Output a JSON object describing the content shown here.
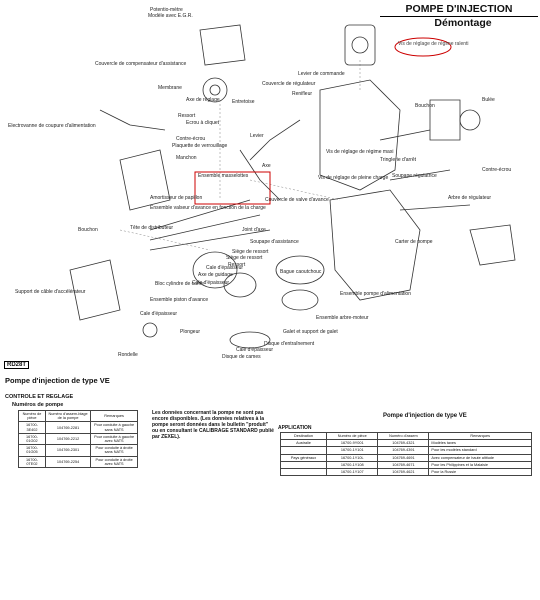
{
  "header": {
    "title": "POMPE D'INJECTION",
    "subtitle": "Démontage"
  },
  "diagram_labels": [
    "Potentio-mètre",
    "Modèle avec E.G.R.",
    "Couvercle de compensateur d'assistance",
    "Membrane",
    "Axe de réglage",
    "Entretoise",
    "Ressort",
    "Ecrou à cliquet",
    "Contre-écrou",
    "Plaquette de verrouillage",
    "Manchon",
    "Electrovanne de coupure d'alimentation",
    "Levier",
    "Axe",
    "Ensemble masselottes",
    "Amortisseur de papillon",
    "Ensemble valseur d'avance en fonction de la charge",
    "Couvercle de valve d'avance",
    "Bouchon",
    "Tête de distributeur",
    "Joint d'axe",
    "Soupape d'assistance",
    "Siège de ressort",
    "Siège de ressort",
    "Ressort",
    "Cale d'épaisseur",
    "Axe de guidage",
    "Cale d'épaisseur",
    "Bague caoutchouc",
    "Bloc cylindre de came",
    "Ensemble pompe d'alimentation",
    "Support de câble d'accélérateur",
    "Ensemble piston d'avance",
    "Ensemble arbre-moteur",
    "Cale d'épaisseur",
    "Galet et support de galet",
    "Plongeur",
    "Disque d'entraînement",
    "Cale d'épaisseur",
    "Rondelle",
    "Disque de cames",
    "Vis de réglage de régime ralenti",
    "Levier de commande",
    "Couvercle de régulateur",
    "Renifleur",
    "Bouchon",
    "Bulée",
    "Vis de réglage de régime maxi",
    "Vis de réglage de pleine charge",
    "Tringlerie d'arrêt",
    "Soupape régulatrice",
    "Arbre de régulateur",
    "Carter de pompe",
    "Contre-écrou"
  ],
  "rd_box": "RD28T",
  "section_title": "Pompe d'injection de type VE",
  "control": {
    "heading": "CONTROLE ET REGLAGE",
    "subheading": "Numéros de pompe",
    "columns": [
      "Numéro de pièce",
      "Numéro d'assem-blage de la pompe",
      "Remarques"
    ],
    "rows": [
      [
        "16700-3E402",
        "104769-2281",
        "Pour conduite à gauche sans NATS"
      ],
      [
        "16700-01G02",
        "104769-2212",
        "Pour conduite à gauche avec NATS"
      ],
      [
        "16700-01G05",
        "104769-2301",
        "Pour conduite à droite sans NATS"
      ],
      [
        "16700-0TE02",
        "104769-2254",
        "Pour conduite à droite avec NATS"
      ]
    ]
  },
  "note": "Les données concernant la pompe ne sont pas encore disponibles. (Les données relatives à la pompe seront données dans le bulletin \"produit\" ou en consultant le CALIBRAGE STANDARD publié par ZEXEL).",
  "application": {
    "title": "Pompe d'injection de type VE",
    "heading": "APPLICATION",
    "columns": [
      "Destination",
      "Numéro de pièce",
      "Numéro d'assem",
      "Remarques"
    ],
    "rows": [
      [
        "Australie",
        "16700-9Y001",
        "104769-4321",
        "Modèles taxes"
      ],
      [
        "",
        "16700-1Y101",
        "104769-4391",
        "Pour les modèles standard"
      ],
      [
        "Pays généraux",
        "16700-1Y10L",
        "104769-4691",
        "Avec compensateur de haute altitude"
      ],
      [
        "",
        "16700-1Y108",
        "104769-4671",
        "Pour les Philippines et la Malaisie"
      ],
      [
        "",
        "16700-1Y107",
        "104769-4621",
        "Pour la Russie"
      ]
    ]
  }
}
